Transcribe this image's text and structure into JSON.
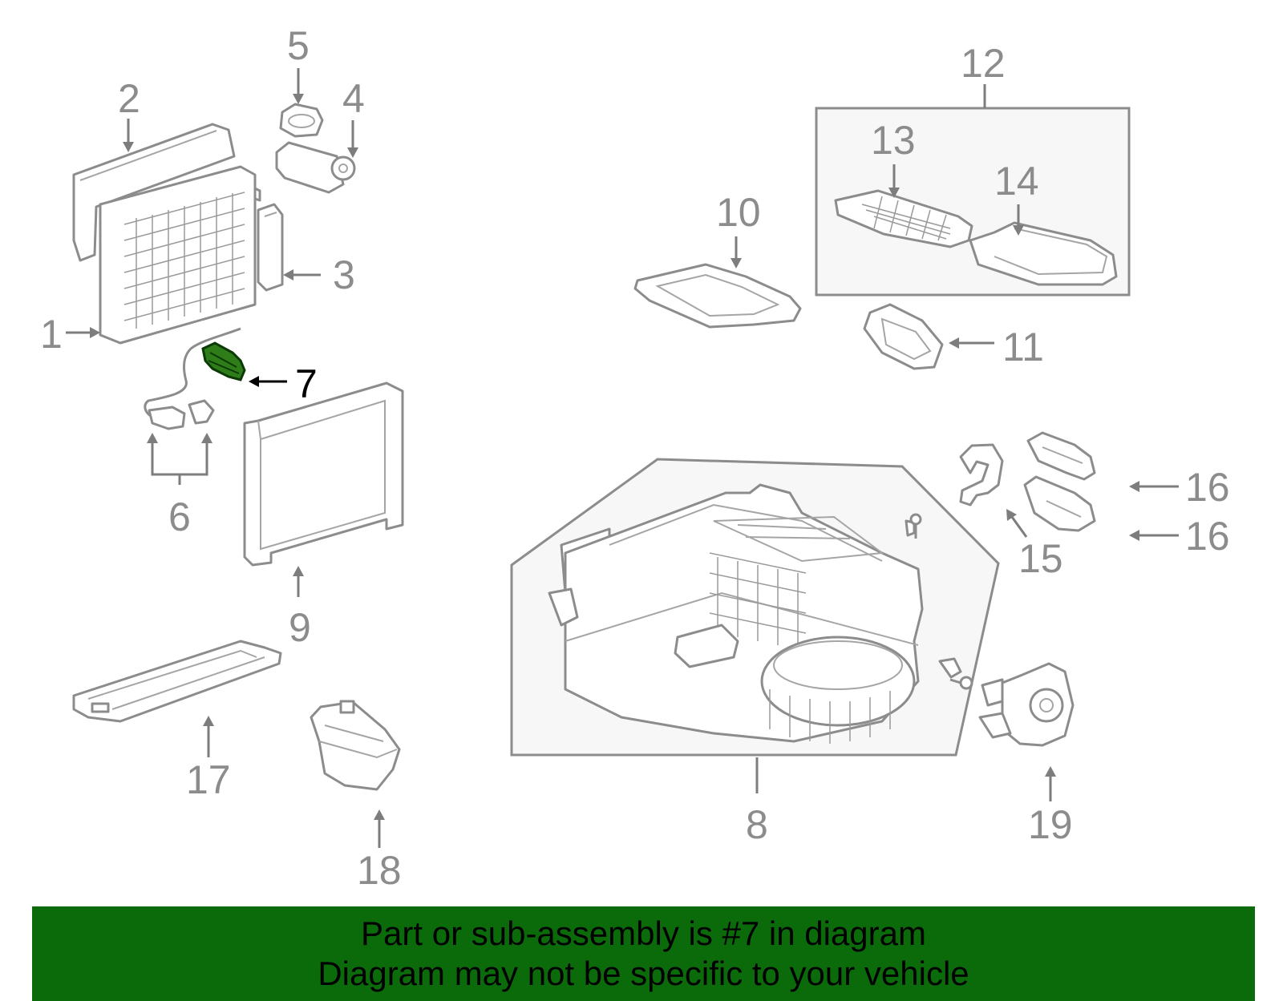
{
  "diagram": {
    "highlighted_part": "7",
    "highlight_color": "#2e7d18",
    "banner_color": "#0b6b0b",
    "callouts": {
      "c1": "1",
      "c2": "2",
      "c3": "3",
      "c4": "4",
      "c5": "5",
      "c6": "6",
      "c7": "7",
      "c8": "8",
      "c9": "9",
      "c10": "10",
      "c11": "11",
      "c12": "12",
      "c13": "13",
      "c14": "14",
      "c15": "15",
      "c16a": "16",
      "c16b": "16",
      "c17": "17",
      "c18": "18",
      "c19": "19"
    }
  },
  "banner": {
    "line1": "Part or sub-assembly is #7 in diagram",
    "line2": "Diagram may not be specific to your vehicle"
  }
}
